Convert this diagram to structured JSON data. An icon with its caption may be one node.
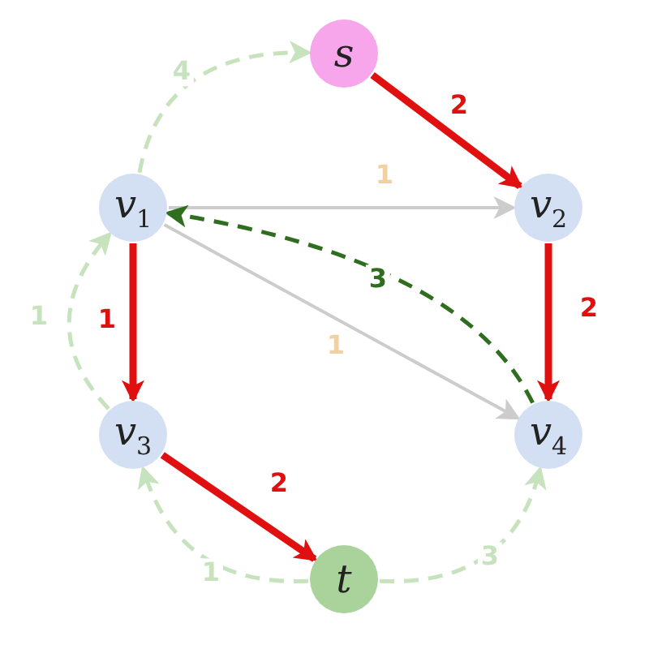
{
  "diagram": {
    "nodes": [
      {
        "text": [
          "s"
        ]
      },
      {
        "text": [
          "v$_{1}$"
        ]
      },
      {
        "text": [
          "v$_{2}$"
        ]
      },
      {
        "text": [
          "v$_{3}$"
        ]
      },
      {
        "text": [
          "v$_{4}$"
        ]
      },
      {
        "text": [
          "t"
        ]
      }
    ],
    "edges": [
      {
        "from": 0,
        "to": 2,
        "arrow": "to",
        "label": "2",
        "style": "thick",
        "color": "#e01010"
      },
      {
        "from": 1,
        "to": 2,
        "arrow": "to",
        "label": "1",
        "color": "#cccccc"
      },
      {
        "from": 4,
        "to": 1,
        "arrow": "to",
        "label": "3",
        "style": "dashed",
        "color": "#2e6e1e"
      },
      {
        "from": 2,
        "to": 4,
        "arrow": "to",
        "label": "2",
        "style": "thick",
        "color": "#e01010"
      },
      {
        "from": 1,
        "to": 4,
        "arrow": "to",
        "label": "1",
        "color": "#cccccc"
      },
      {
        "from": 1,
        "to": 3,
        "arrow": "to",
        "label": "1",
        "style": "thick",
        "color": "#e01010"
      },
      {
        "from": 3,
        "to": 5,
        "arrow": "to",
        "label": "2",
        "style": "thick",
        "color": "#e01010"
      },
      {
        "from": 1,
        "to": 0,
        "arrow": "to",
        "label": "4",
        "style": "dashed",
        "color": "#c6e3bd"
      },
      {
        "from": 3,
        "to": 1,
        "arrow": "to",
        "label": "1",
        "style": "dashed",
        "color": "#c6e3bd"
      },
      {
        "from": 5,
        "to": 3,
        "arrow": "to",
        "label": "1",
        "style": "dashed",
        "color": "#c6e3bd"
      },
      {
        "from": 5,
        "to": 4,
        "arrow": "to",
        "label": "3",
        "style": "dashed",
        "color": "#c6e3bd"
      }
    ]
  }
}
